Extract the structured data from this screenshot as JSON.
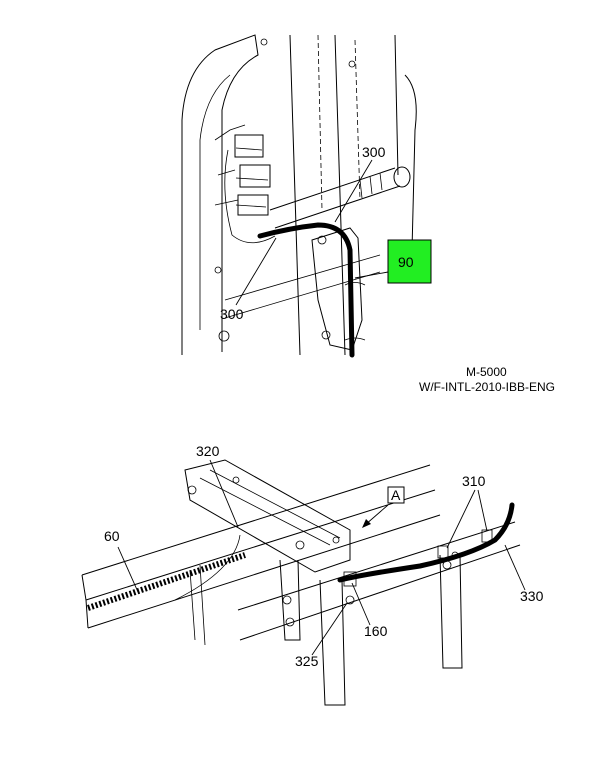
{
  "callouts": {
    "c300_top": "300",
    "c300_bottom": "300",
    "c90": "90",
    "c320": "320",
    "c60": "60",
    "c310": "310",
    "c330": "330",
    "c160": "160",
    "c325": "325",
    "view_a": "A"
  },
  "caption": {
    "line1": "M-5000",
    "line2": "W/F-INTL-2010-IBB-ENG"
  },
  "colors": {
    "highlight": "#22ee22",
    "line": "#000000"
  }
}
